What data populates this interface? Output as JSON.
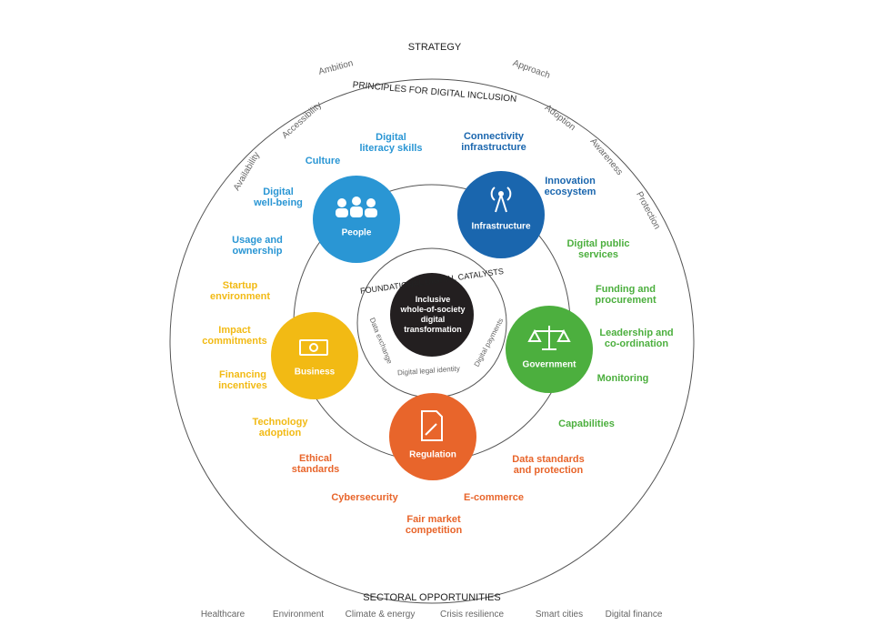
{
  "strategy": "STRATEGY",
  "principles": {
    "title": "PRINCIPLES FOR DIGITAL INCLUSION",
    "left": [
      "Ambition",
      "Accessibility",
      "Availability"
    ],
    "right": [
      "Approach",
      "Adoption",
      "Awareness",
      "Protection"
    ]
  },
  "catalysts": {
    "title": "FOUNDATIONAL DIGITAL CATALYSTS",
    "items": [
      "Data exchange",
      "Digital legal identity",
      "Digital payments"
    ]
  },
  "center": "Inclusive\nwhole-of-society\ndigital\ntransformation",
  "hubs": {
    "people": {
      "label": "People",
      "color": "#2a96d4",
      "icon": "people-icon"
    },
    "infrastructure": {
      "label": "Infrastructure",
      "color": "#1a66ae",
      "icon": "tower-icon"
    },
    "government": {
      "label": "Government",
      "color": "#4caf3e",
      "icon": "scales-icon"
    },
    "regulation": {
      "label": "Regulation",
      "color": "#e8652b",
      "icon": "gavel-document-icon"
    },
    "business": {
      "label": "Business",
      "color": "#f2ba14",
      "icon": "cash-icon"
    }
  },
  "people_items": [
    "Digital\nliteracy skills",
    "Culture",
    "Digital\nwell-being",
    "Usage and\nownership"
  ],
  "infrastructure_items": [
    "Connectivity\ninfrastructure",
    "Innovation\necosystem"
  ],
  "government_items": [
    "Digital public\nservices",
    "Funding and\nprocurement",
    "Leadership and\nco-ordination",
    "Monitoring",
    "Capabilities"
  ],
  "regulation_items": [
    "Data standards\nand protection",
    "E-commerce",
    "Fair market\ncompetition",
    "Cybersecurity",
    "Ethical\nstandards"
  ],
  "business_items": [
    "Technology\nadoption",
    "Financing\nincentives",
    "Impact\ncommitments",
    "Startup\nenvironment"
  ],
  "sectoral": {
    "title": "SECTORAL OPPORTUNITIES",
    "items": [
      "Healthcare",
      "Environment",
      "Climate & energy",
      "Crisis resilience",
      "Smart cities",
      "Digital finance"
    ]
  }
}
